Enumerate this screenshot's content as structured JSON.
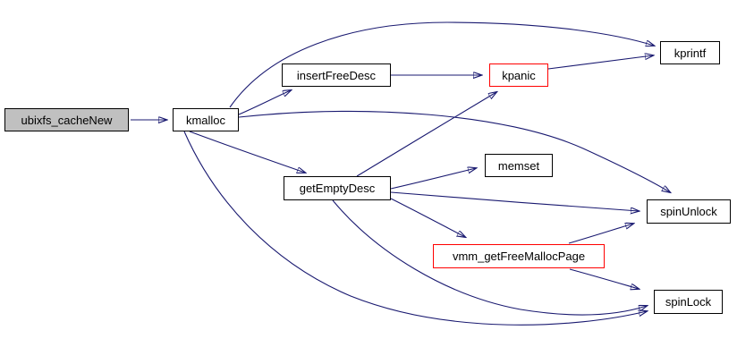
{
  "diagram": {
    "type": "call-graph",
    "root": "ubixfs_cacheNew",
    "colors": {
      "edge": "#191970",
      "node_border": "#000000",
      "node_fill": "#ffffff",
      "root_fill": "#c0c0c0",
      "highlight_border": "#ff0000",
      "background": "#ffffff"
    },
    "nodes": [
      {
        "id": "ubixfs_cacheNew",
        "label": "ubixfs_cacheNew",
        "style": "root"
      },
      {
        "id": "kmalloc",
        "label": "kmalloc",
        "style": "normal"
      },
      {
        "id": "insertFreeDesc",
        "label": "insertFreeDesc",
        "style": "normal"
      },
      {
        "id": "kpanic",
        "label": "kpanic",
        "style": "highlight"
      },
      {
        "id": "kprintf",
        "label": "kprintf",
        "style": "normal"
      },
      {
        "id": "getEmptyDesc",
        "label": "getEmptyDesc",
        "style": "normal"
      },
      {
        "id": "memset",
        "label": "memset",
        "style": "normal"
      },
      {
        "id": "spinUnlock",
        "label": "spinUnlock",
        "style": "normal"
      },
      {
        "id": "vmm_getFreeMallocPage",
        "label": "vmm_getFreeMallocPage",
        "style": "highlight"
      },
      {
        "id": "spinLock",
        "label": "spinLock",
        "style": "normal"
      }
    ],
    "edges": [
      {
        "from": "ubixfs_cacheNew",
        "to": "kmalloc"
      },
      {
        "from": "kmalloc",
        "to": "insertFreeDesc"
      },
      {
        "from": "kmalloc",
        "to": "kprintf"
      },
      {
        "from": "kmalloc",
        "to": "getEmptyDesc"
      },
      {
        "from": "kmalloc",
        "to": "spinUnlock"
      },
      {
        "from": "kmalloc",
        "to": "spinLock"
      },
      {
        "from": "insertFreeDesc",
        "to": "kpanic"
      },
      {
        "from": "kpanic",
        "to": "kprintf"
      },
      {
        "from": "getEmptyDesc",
        "to": "kpanic"
      },
      {
        "from": "getEmptyDesc",
        "to": "memset"
      },
      {
        "from": "getEmptyDesc",
        "to": "spinUnlock"
      },
      {
        "from": "getEmptyDesc",
        "to": "vmm_getFreeMallocPage"
      },
      {
        "from": "getEmptyDesc",
        "to": "spinLock"
      },
      {
        "from": "vmm_getFreeMallocPage",
        "to": "spinUnlock"
      },
      {
        "from": "vmm_getFreeMallocPage",
        "to": "spinLock"
      }
    ]
  }
}
